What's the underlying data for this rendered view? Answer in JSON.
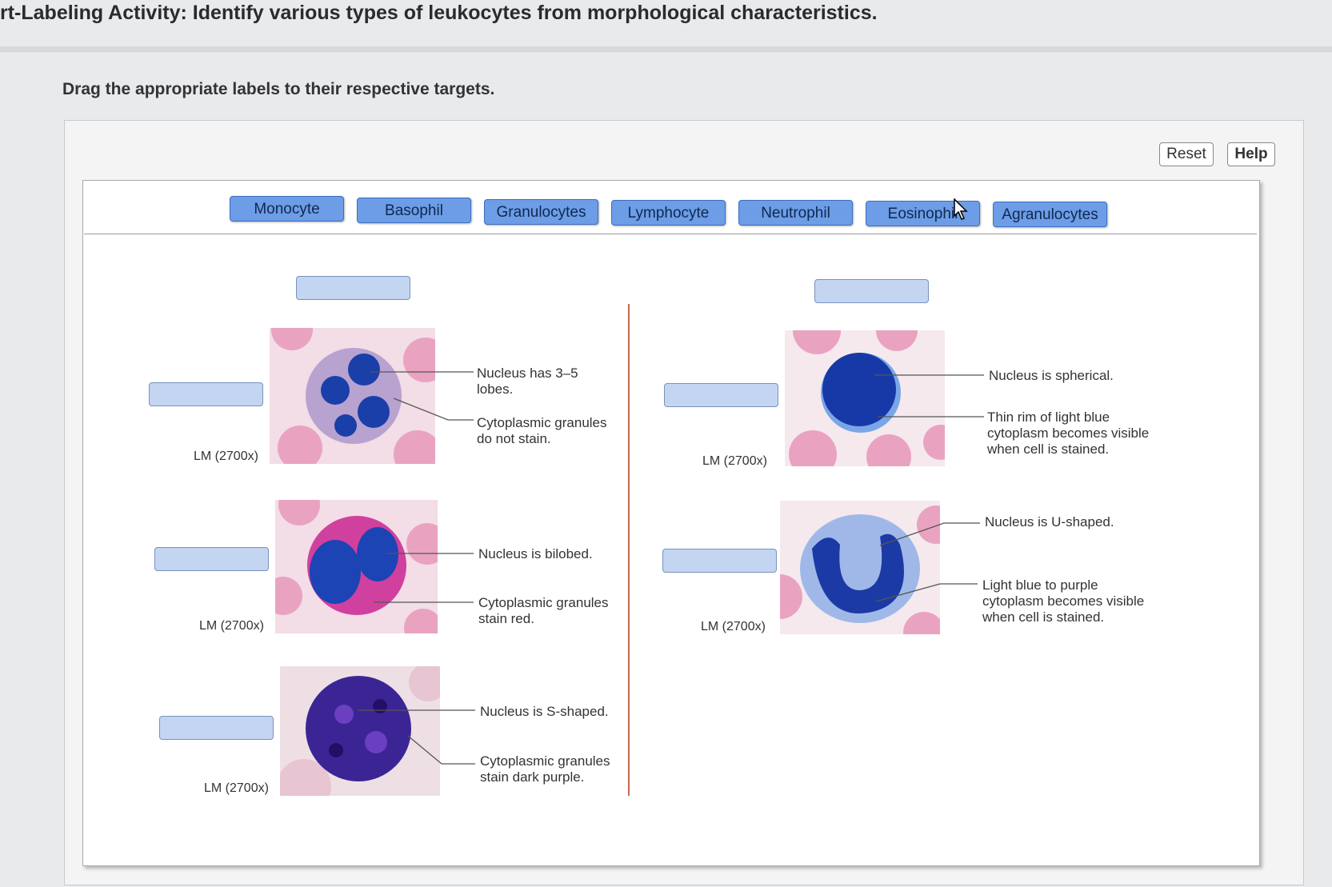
{
  "header": {
    "title": "rt-Labeling Activity: Identify various types of leukocytes from morphological characteristics.",
    "instructions": "Drag the appropriate labels to their respective targets."
  },
  "toolbar": {
    "reset_label": "Reset",
    "help_label": "Help"
  },
  "label_bank": [
    "Monocyte",
    "Basophil",
    "Granulocytes",
    "Lymphocyte",
    "Neutrophil",
    "Eosinophil",
    "Agranulocytes"
  ],
  "left_column": {
    "cells": [
      {
        "magnification": "LM (2700x)",
        "features": [
          "Nucleus has 3–5\nlobes.",
          "Cytoplasmic granules\ndo not stain."
        ]
      },
      {
        "magnification": "LM (2700x)",
        "features": [
          "Nucleus is bilobed.",
          "Cytoplasmic granules\nstain red."
        ]
      },
      {
        "magnification": "LM (2700x)",
        "features": [
          "Nucleus is S-shaped.",
          "Cytoplasmic granules\nstain dark purple."
        ]
      }
    ]
  },
  "right_column": {
    "cells": [
      {
        "magnification": "LM (2700x)",
        "features": [
          "Nucleus is spherical.",
          "Thin rim of light blue\ncytoplasm becomes visible\nwhen cell is stained."
        ]
      },
      {
        "magnification": "LM (2700x)",
        "features": [
          "Nucleus is U-shaped.",
          "Light blue to purple\ncytoplasm becomes visible\nwhen cell is stained."
        ]
      }
    ]
  },
  "colors": {
    "label_fill": "#6c9de6",
    "target_fill": "#c4d5f2",
    "divider": "#c46a50",
    "rbc": "#e9a3c1",
    "nucleus_blue": "#1b3fa8"
  }
}
